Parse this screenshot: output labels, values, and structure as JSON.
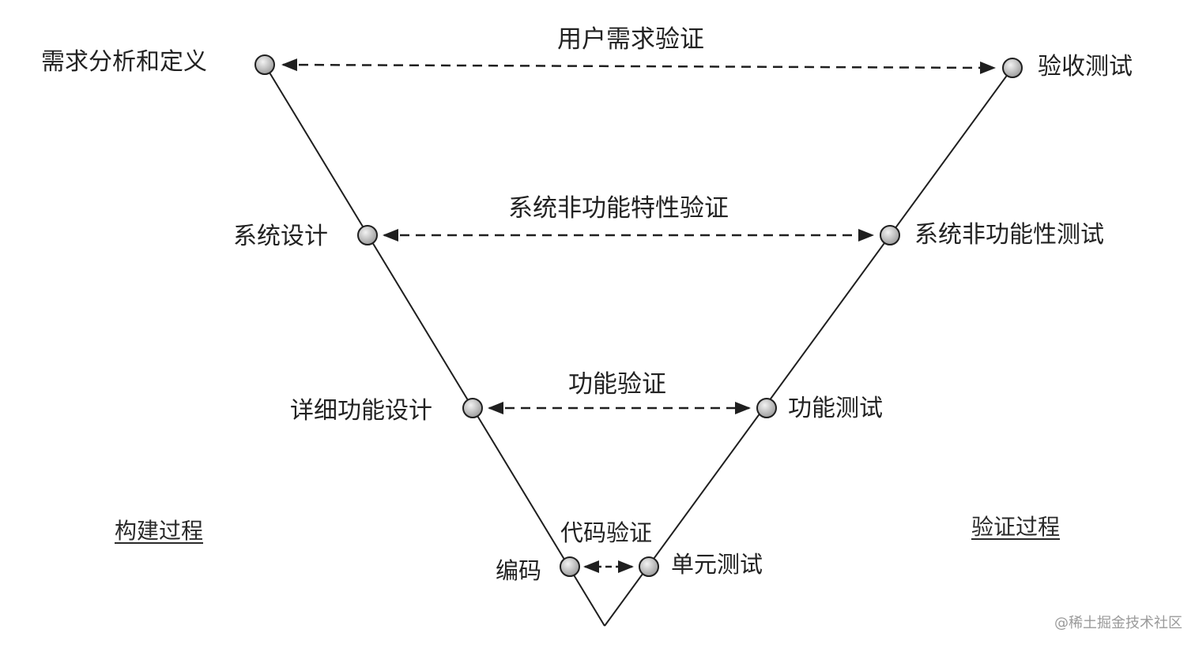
{
  "diagram": {
    "left_stages": [
      "需求分析和定义",
      "系统设计",
      "详细功能设计",
      "编码"
    ],
    "right_stages": [
      "验收测试",
      "系统非功能性测试",
      "功能测试",
      "单元测试"
    ],
    "verifications": [
      "用户需求验证",
      "系统非功能特性验证",
      "功能验证",
      "代码验证"
    ],
    "process_labels": {
      "build": "构建过程",
      "verify": "验证过程"
    },
    "colors": {
      "line": "#1f1f1f",
      "node_fill": "#bdbdbd",
      "text": "#222222"
    }
  },
  "watermark": "@稀土掘金技术社区"
}
